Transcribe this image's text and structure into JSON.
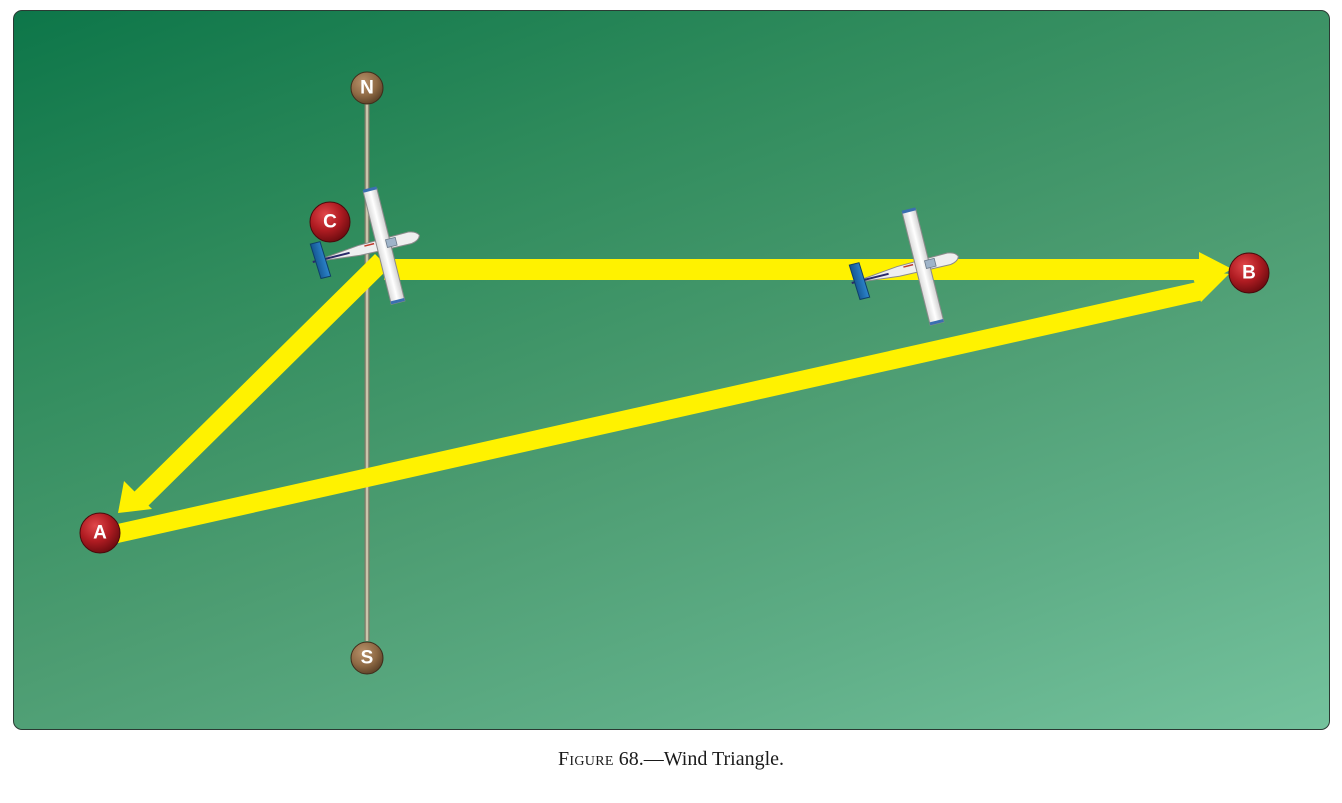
{
  "diagram": {
    "colors": {
      "background_start": "#0d7649",
      "background_end": "#74c29d",
      "vector": "#fff200",
      "point_badge": "#b01c22",
      "compass_badge": "#8f6a45",
      "compass_line": "#b9b59c",
      "aircraft_body": "#f4f4f4",
      "aircraft_tail": "#1f6fb3"
    },
    "compass": {
      "north_label": "N",
      "south_label": "S"
    },
    "points": {
      "a_label": "A",
      "b_label": "B",
      "c_label": "C"
    },
    "icons": {
      "aircraft_at_c": "airplane-icon",
      "aircraft_en_route": "airplane-icon"
    }
  },
  "caption": {
    "figure_word": "Figure",
    "figure_rest": " 68.—Wind Triangle."
  }
}
